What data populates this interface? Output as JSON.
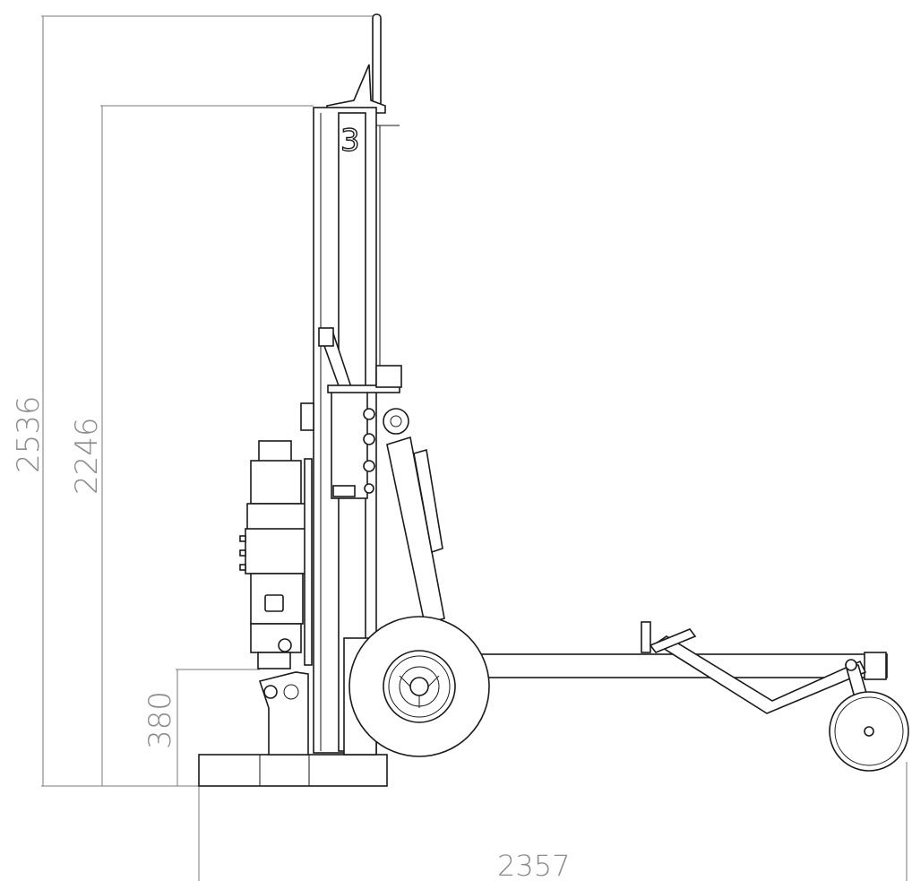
{
  "dimensions": {
    "total_height": "2536",
    "column_height": "2246",
    "base_height": "380",
    "total_length": "2357"
  },
  "logo_mark": "3",
  "colors": {
    "line": "#1a1a1a",
    "dimension": "#8c8c8c",
    "background": "#ffffff"
  }
}
